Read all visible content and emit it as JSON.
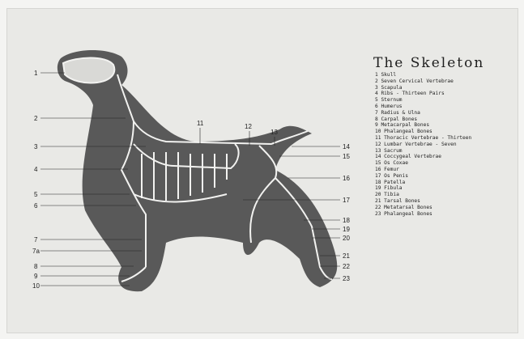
{
  "title": "The Skeleton",
  "legend": [
    "1 Skull",
    "2 Seven Cervical Vertebrae",
    "3 Scapula",
    "4 Ribs - Thirteen Pairs",
    "5 Sternum",
    "6 Humerus",
    "7 Radius & Ulna",
    "8 Carpal Bones",
    "9 Metacarpal Bones",
    "10 Phalangeal Bones",
    "11 Thoracic Vertebrae - Thirteen",
    "12 Lumbar Vertebrae - Seven",
    "13 Sacrum",
    "14 Coccygeal Vertebrae",
    "15 Os Coxae",
    "16 Femur",
    "17 Os Penis",
    "18 Patella",
    "19 Fibula",
    "20 Tibia",
    "21 Tarsal Bones",
    "22 Metatarsal Bones",
    "23 Phalangeal Bones"
  ],
  "callouts": {
    "c1": "1",
    "c2": "2",
    "c3": "3",
    "c4": "4",
    "c5": "5",
    "c6": "6",
    "c7": "7",
    "c7a": "7a",
    "c8": "8",
    "c9": "9",
    "c10": "10",
    "c11": "11",
    "c12": "12",
    "c13": "13",
    "c14": "14",
    "c15": "15",
    "c16": "16",
    "c17": "17",
    "c18": "18",
    "c19": "19",
    "c20": "20",
    "c21": "21",
    "c22": "22",
    "c23": "23"
  }
}
